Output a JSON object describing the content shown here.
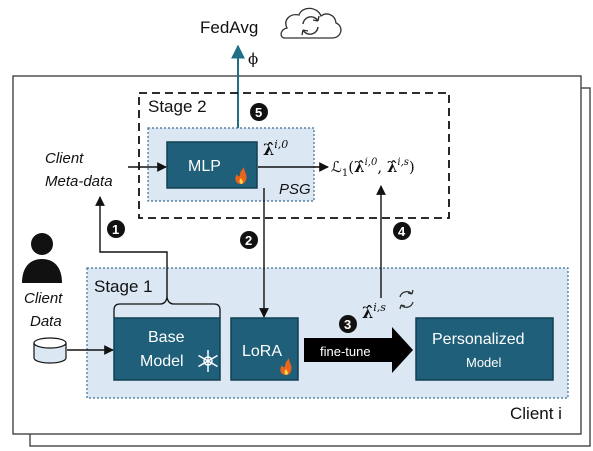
{
  "diagram": {
    "fedavg": "FedAvg",
    "phi": "ϕ",
    "stage2_title": "Stage 2",
    "stage1_title": "Stage 1",
    "client_meta_line1": "Client",
    "client_meta_line2": "Meta-data",
    "client_data_line1": "Client",
    "client_data_line2": "Data",
    "mlp": "MLP",
    "psg": "PSG",
    "lambda_i0": "λ̂^{i,0}",
    "loss": "ℒ₁(λ̂^{i,0}, λ̂^{i,s})",
    "base_model_line1": "Base",
    "base_model_line2": "Model",
    "lora": "LoRA",
    "fine_tune": "fine-tune",
    "lambda_is": "λ̂^{i,s}",
    "personalized_line1": "Personalized",
    "personalized_line2": "Model",
    "client_i": "Client i",
    "steps": [
      "1",
      "2",
      "3",
      "4",
      "5"
    ]
  },
  "colors": {
    "box_fill": "#1f5f7a",
    "box_stroke": "#123f52",
    "panel_fill": "#dbe8f4",
    "panel_stroke": "#3f6f94",
    "flame": "#e8651b"
  }
}
